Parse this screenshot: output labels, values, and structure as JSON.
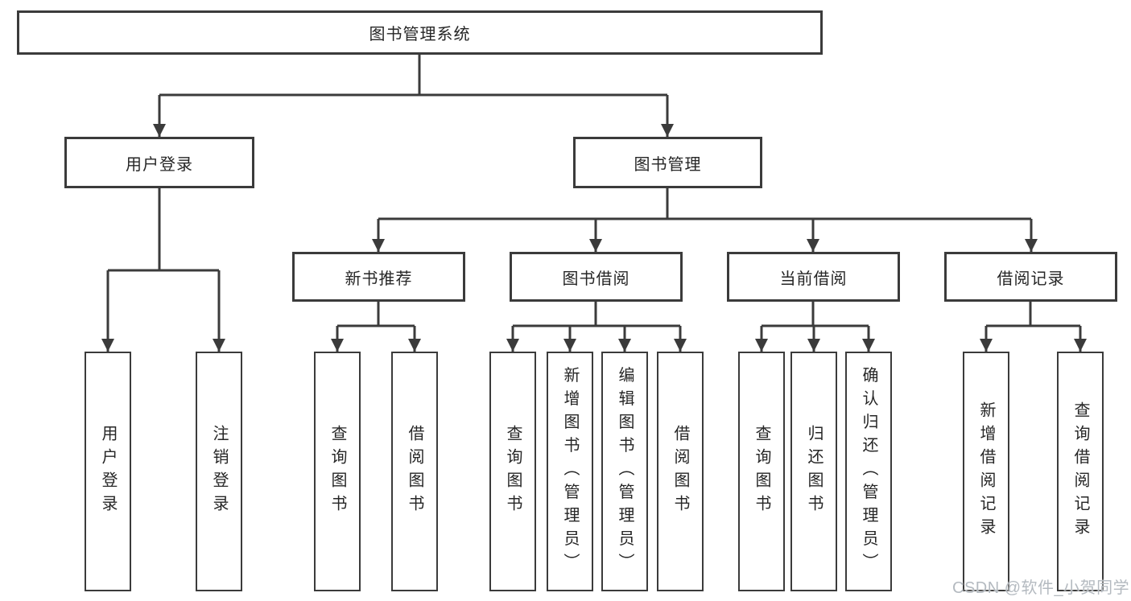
{
  "diagram": {
    "type": "hierarchy-tree",
    "title": "图书管理系统",
    "colors": {
      "line": "#3b3b3b",
      "box_border": "#3b3b3b",
      "box_fill": "#ffffff",
      "text": "#262626",
      "background": "#ffffff",
      "watermark_text_color": "#b4bac0"
    },
    "root": {
      "label": "图书管理系统"
    },
    "level1": [
      {
        "label": "用户登录",
        "parent": "图书管理系统"
      },
      {
        "label": "图书管理",
        "parent": "图书管理系统"
      }
    ],
    "level2": [
      {
        "label": "新书推荐",
        "parent": "图书管理"
      },
      {
        "label": "图书借阅",
        "parent": "图书管理"
      },
      {
        "label": "当前借阅",
        "parent": "图书管理"
      },
      {
        "label": "借阅记录",
        "parent": "图书管理"
      }
    ],
    "leaves": [
      {
        "label": "用户登录",
        "parent": "用户登录"
      },
      {
        "label": "注销登录",
        "parent": "用户登录"
      },
      {
        "label": "查询图书",
        "parent": "新书推荐"
      },
      {
        "label": "借阅图书",
        "parent": "新书推荐"
      },
      {
        "label": "查询图书",
        "parent": "图书借阅"
      },
      {
        "label": "新增图书（管理员）",
        "parent": "图书借阅"
      },
      {
        "label": "编辑图书（管理员）",
        "parent": "图书借阅"
      },
      {
        "label": "借阅图书",
        "parent": "图书借阅"
      },
      {
        "label": "查询图书",
        "parent": "当前借阅"
      },
      {
        "label": "归还图书",
        "parent": "当前借阅"
      },
      {
        "label": "确认归还（管理员）",
        "parent": "当前借阅"
      },
      {
        "label": "新增借阅记录",
        "parent": "借阅记录"
      },
      {
        "label": "查询借阅记录",
        "parent": "借阅记录"
      }
    ],
    "watermark": "CSDN @软件_小贺同学"
  }
}
